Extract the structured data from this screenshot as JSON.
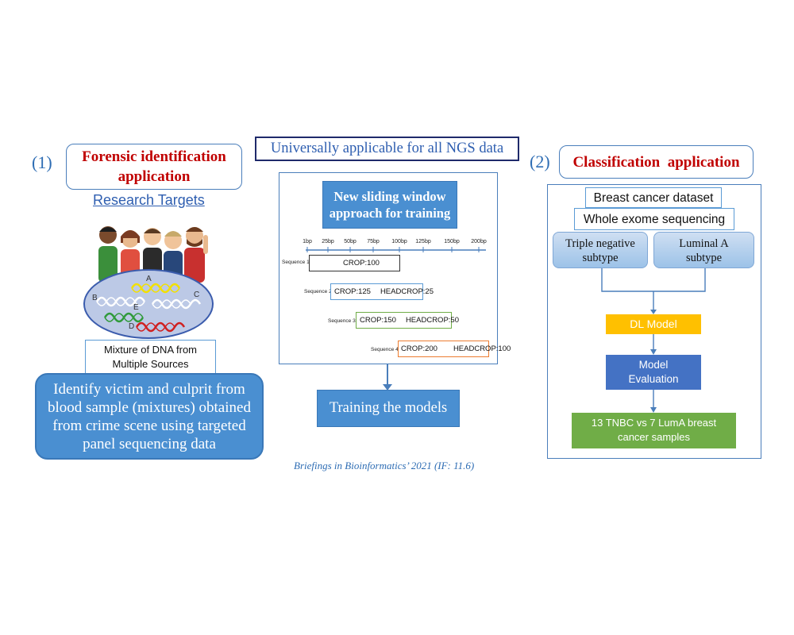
{
  "left": {
    "number": "(1)",
    "title_line1": "Forensic identification",
    "title_line2": "application",
    "research_targets": "Research Targets",
    "dna_letters": [
      "A",
      "B",
      "C",
      "E",
      "D"
    ],
    "mixture_line1": "Mixture of DNA from",
    "mixture_line2": "Multiple Sources",
    "identify_text": "Identify victim and culprit from blood sample (mixtures) obtained from crime scene using targeted panel sequencing data"
  },
  "center": {
    "header": "Universally applicable for all NGS data",
    "window_title_line1": "New sliding window",
    "window_title_line2": "approach for training",
    "ticks": [
      "1bp",
      "25bp",
      "50bp",
      "75bp",
      "100bp",
      "125bp",
      "150bp",
      "200bp"
    ],
    "sequences": [
      {
        "label": "Sequence 1",
        "crop": "CROP:100",
        "headcrop": ""
      },
      {
        "label": "Sequence 2",
        "crop": "CROP:125",
        "headcrop": "HEADCROP:25"
      },
      {
        "label": "Sequence 3",
        "crop": "CROP:150",
        "headcrop": "HEADCROP:50"
      },
      {
        "label": "Sequence 4",
        "crop": "CROP:200",
        "headcrop": "HEADCROP:100"
      }
    ],
    "training": "Training the models",
    "citation": "Briefings in Bioinformatics’ 2021 (IF: 11.6)"
  },
  "right": {
    "number": "(2)",
    "title": "Classification  application",
    "dataset": "Breast cancer dataset",
    "sequencing": "Whole exome sequencing",
    "subtype1_line1": "Triple negative",
    "subtype1_line2": "subtype",
    "subtype2_line1": "Luminal A",
    "subtype2_line2": "subtype",
    "dl_model": "DL Model",
    "eval_line1": "Model",
    "eval_line2": "Evaluation",
    "samples_line1": "13 TNBC vs 7 LumA breast",
    "samples_line2": "cancer samples"
  },
  "colors": {
    "accent_blue": "#4a8fd1",
    "title_red": "#c00000",
    "dl_yellow": "#ffc000",
    "eval_blue": "#4472c4",
    "samples_green": "#70ad47",
    "seq1": "#333333",
    "seq2": "#5b9bd5",
    "seq3": "#70ad47",
    "seq4": "#ed7d31"
  }
}
